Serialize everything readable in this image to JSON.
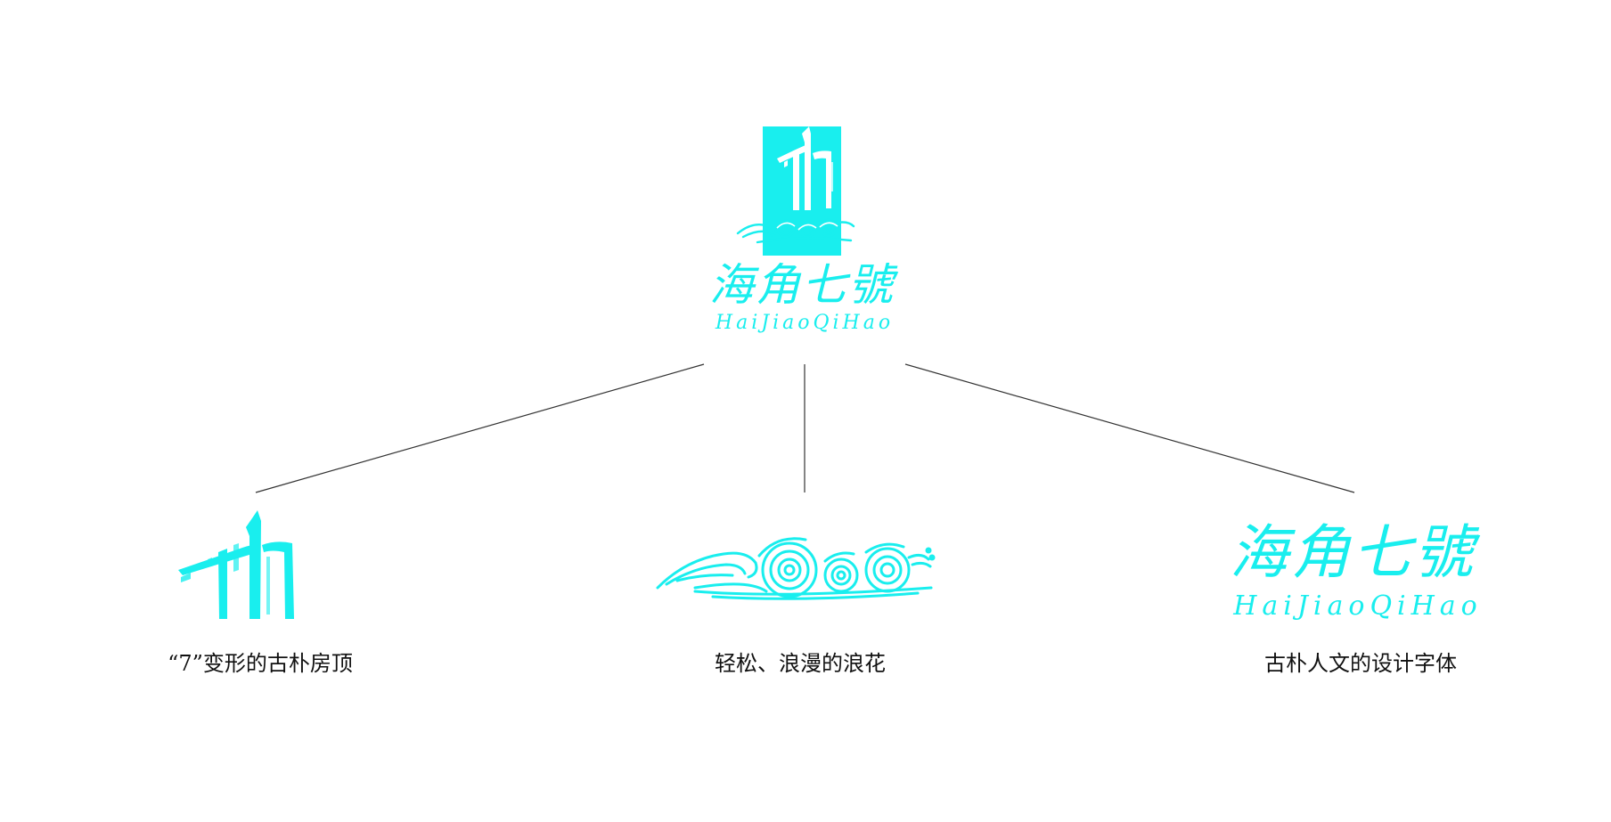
{
  "colors": {
    "brand": "#19EEEE",
    "line": "#333333",
    "text": "#111111",
    "background": "#FFFFFF"
  },
  "logo": {
    "name_cn": "海角七號",
    "name_en": "HaiJiaoQiHao"
  },
  "components": [
    {
      "caption": "“7”变形的古朴房顶",
      "icon": "roof-seven-icon"
    },
    {
      "caption": "轻松、浪漫的浪花",
      "icon": "wave-icon"
    },
    {
      "caption": "古朴人文的设计字体",
      "icon": "typeface-icon"
    }
  ],
  "typeface_sample": {
    "name_cn": "海角七號",
    "name_en": "HaiJiaoQiHao"
  }
}
